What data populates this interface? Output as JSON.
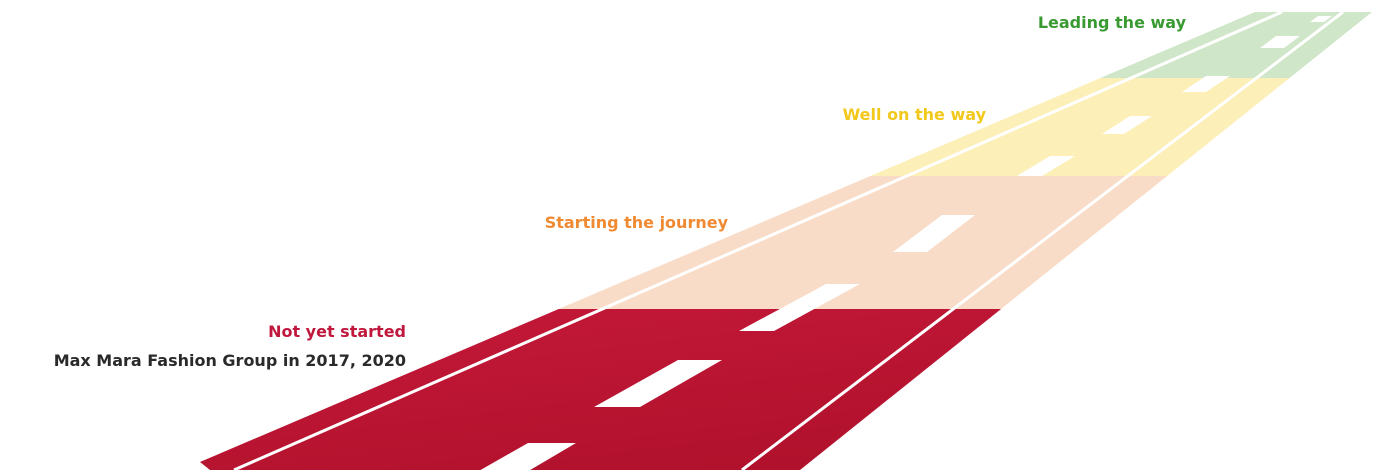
{
  "stages": [
    {
      "label": "Leading the way",
      "color": "#3a9a32",
      "band_color": "#cfe6c8"
    },
    {
      "label": "Well on the way",
      "color": "#f2c81a",
      "band_color": "#fcefb8"
    },
    {
      "label": "Starting the journey",
      "color": "#f08a32",
      "band_color": "#f9dcc8"
    },
    {
      "label": "Not yet started",
      "color": "#c0183c",
      "band_color": "#b8142f"
    }
  ],
  "company_note": "Max Mara Fashion Group in 2017, 2020"
}
